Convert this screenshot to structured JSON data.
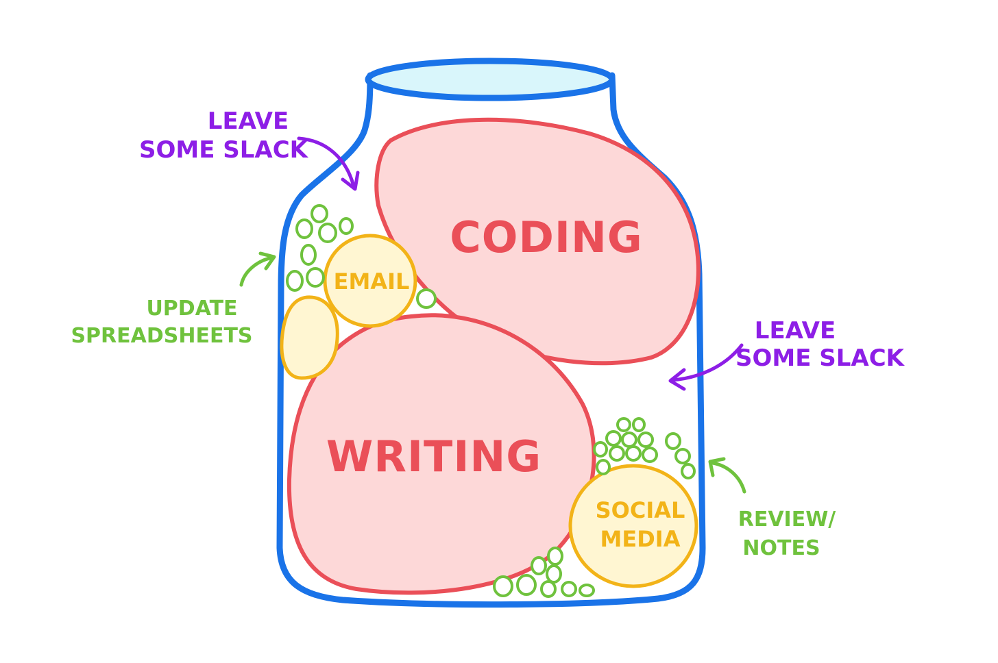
{
  "diagram": {
    "jar_items": {
      "coding": "Coding",
      "writing": "Writing",
      "email": "Email",
      "social_media_line1": "Social",
      "social_media_line2": "Media"
    },
    "annotations": {
      "slack_top_line1": "Leave",
      "slack_top_line2": "Some Slack",
      "slack_right_line1": "Leave",
      "slack_right_line2": "Some Slack",
      "spreadsheets_line1": "Update",
      "spreadsheets_line2": "Spreadsheets",
      "review_line1": "Review/",
      "review_line2": "Notes"
    },
    "colors": {
      "jar_outline": "#1a73e8",
      "jar_rim_fill": "#d9f6fb",
      "big_task_fill": "#fdd8d8",
      "big_task_stroke": "#ea4f58",
      "medium_task_fill": "#fff6d2",
      "medium_task_stroke": "#f2b318",
      "small_task_stroke": "#6fc23d",
      "slack_text": "#8d1ee6",
      "small_task_text": "#6fc23d"
    }
  }
}
